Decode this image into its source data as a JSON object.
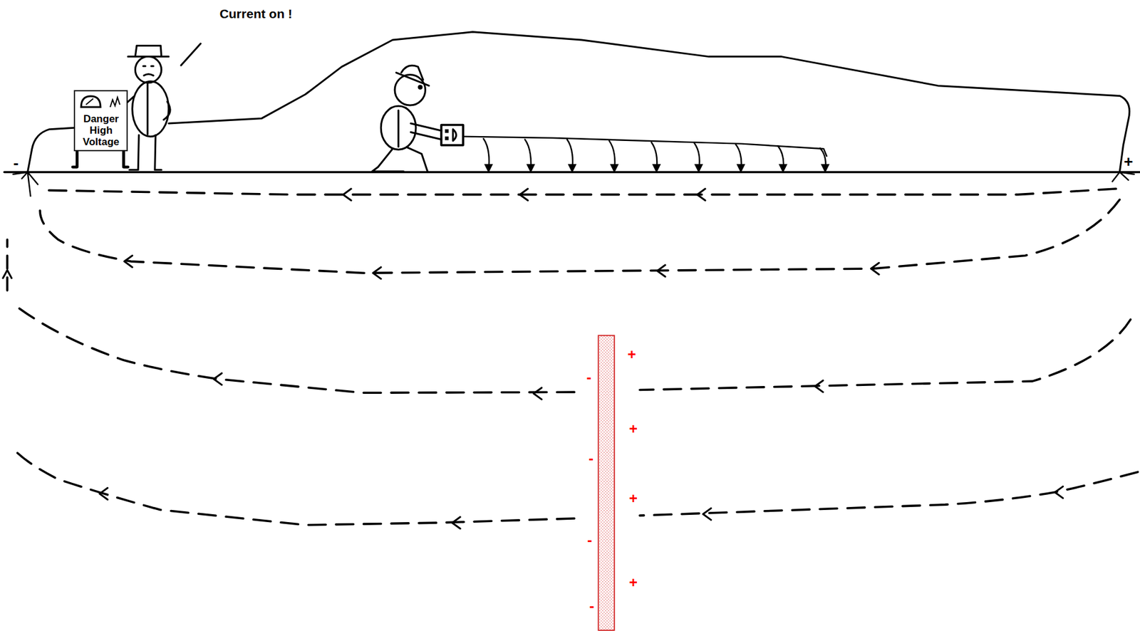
{
  "diagram": {
    "nodes": [
      {
        "text": [
          "Danger High Voltage"
        ]
      }
    ],
    "labels": [
      "Current on !",
      "-",
      "+",
      "-",
      "-",
      "-",
      "-",
      "+",
      "+",
      "+",
      "+"
    ]
  }
}
